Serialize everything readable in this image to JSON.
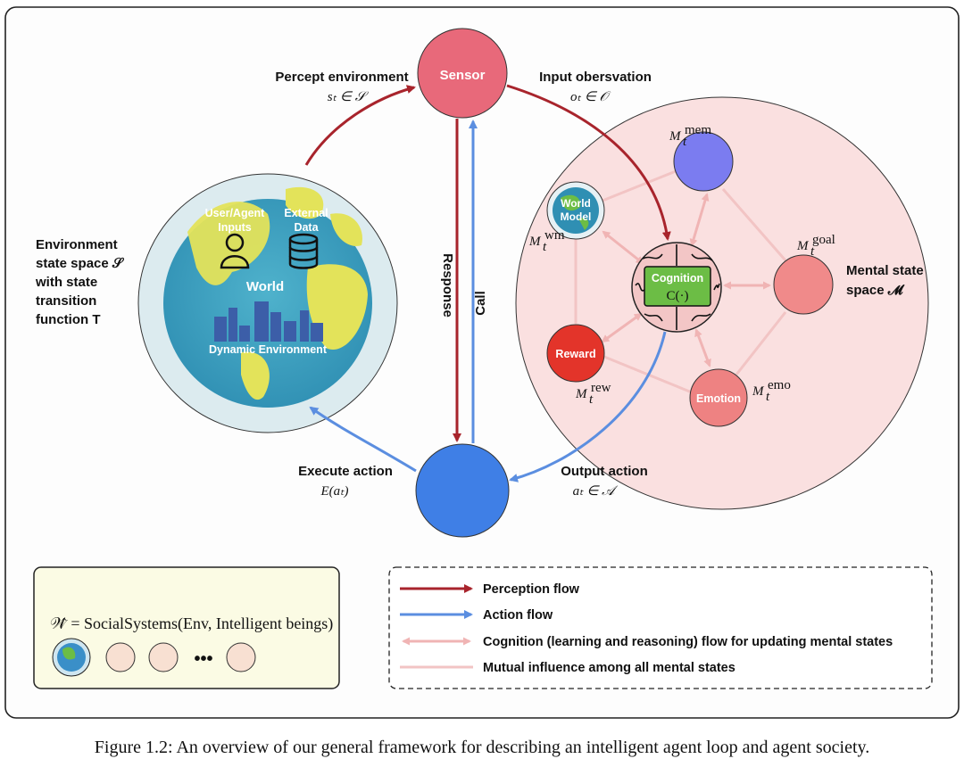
{
  "colors": {
    "perception": "#a8242c",
    "action": "#5b8ee0",
    "cognition": "#f0b4b4",
    "mutual": "#f2c4c4",
    "sensor": "#e8697a",
    "actuator": "#3f7fe6",
    "mental_space": "#fae0e0",
    "memory": "#7b7cf0",
    "goal": "#f08a8a",
    "reward": "#e3342a",
    "emotion": "#ee8282",
    "cognition_box": "#6cbd45"
  },
  "nodes": {
    "sensor": "Sensor",
    "world": "World",
    "user_inputs_1": "User/Agent",
    "user_inputs_2": "Inputs",
    "external_1": "External",
    "external_2": "Data",
    "dynamic_env": "Dynamic Environment",
    "world_model_1": "World",
    "world_model_2": "Model",
    "cognition": "Cognition",
    "cognition_fn": "C(·)",
    "reward": "Reward",
    "emotion": "Emotion"
  },
  "mental_labels": {
    "mem": "M",
    "mem_sup": "mem",
    "wm": "M",
    "wm_sup": "wm",
    "goal": "M",
    "goal_sup": "goal",
    "rew": "M",
    "rew_sup": "rew",
    "emo": "M",
    "emo_sup": "emo",
    "sub": "t"
  },
  "flows": {
    "percept": "Percept environment",
    "percept_math": "sₜ ∈ 𝒮",
    "input": "Input obersvation",
    "input_math": "oₜ ∈ 𝒪",
    "execute": "Execute action",
    "execute_math": "E(aₜ)",
    "output": "Output action",
    "output_math": "aₜ ∈ 𝒜",
    "response": "Response",
    "call": "Call"
  },
  "env_label": [
    "Environment",
    "state space 𝒮",
    "with state",
    "transition",
    "function T"
  ],
  "mental_space_label": [
    "Mental state",
    "space 𝓜"
  ],
  "society": {
    "formula": "𝒲̂ = SocialSystems(Env, Intelligent beings)",
    "ellipsis": "•••"
  },
  "legend": [
    {
      "label": "Perception flow",
      "type": "perception"
    },
    {
      "label": "Action flow",
      "type": "action"
    },
    {
      "label": "Cognition (learning and reasoning) flow for updating mental states",
      "type": "cognition"
    },
    {
      "label": "Mutual influence among all mental states",
      "type": "mutual"
    }
  ],
  "caption": "Figure 1.2: An overview of our general framework for describing an intelligent agent loop and agent society."
}
